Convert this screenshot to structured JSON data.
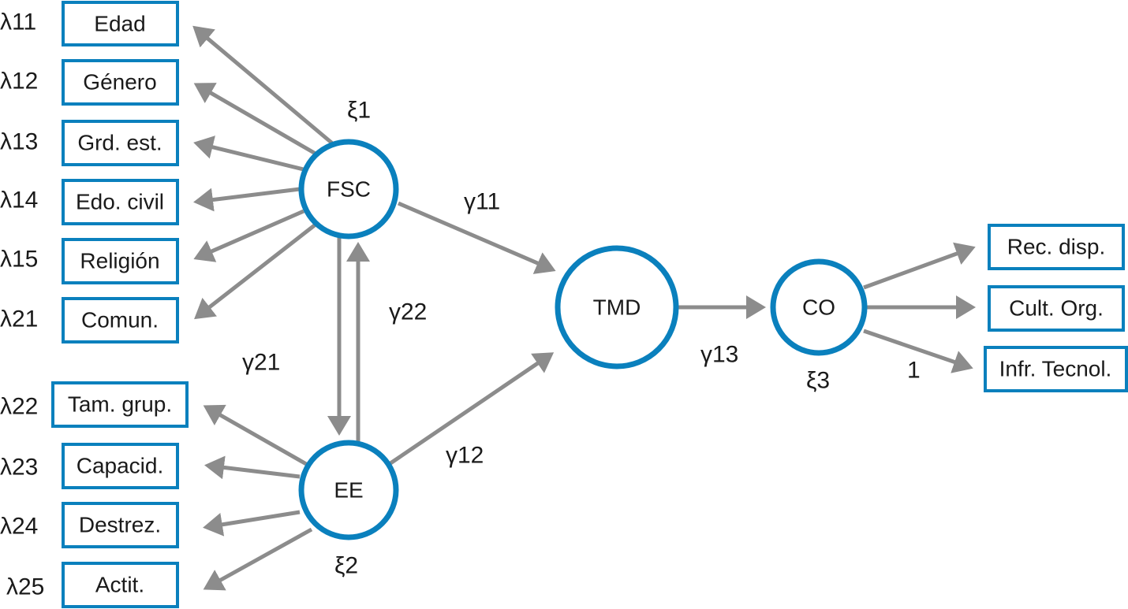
{
  "colors": {
    "node_stroke": "#0a80bd",
    "arrow": "#8c8c8c"
  },
  "latent": {
    "fsc": "FSC",
    "ee": "EE",
    "tmd": "TMD",
    "co": "CO"
  },
  "fsc_indicators": [
    {
      "label": "Edad",
      "loading": "λ11"
    },
    {
      "label": "Género",
      "loading": "λ12"
    },
    {
      "label": "Grd. est.",
      "loading": "λ13"
    },
    {
      "label": "Edo. civil",
      "loading": "λ14"
    },
    {
      "label": "Religión",
      "loading": "λ15"
    },
    {
      "label": "Comun.",
      "loading": "λ21"
    }
  ],
  "ee_indicators": [
    {
      "label": "Tam. grup.",
      "loading": "λ22"
    },
    {
      "label": "Capacid.",
      "loading": "λ23"
    },
    {
      "label": "Destrez.",
      "loading": "λ24"
    },
    {
      "label": "Actit.",
      "loading": "λ25"
    }
  ],
  "co_indicators": [
    {
      "label": "Rec. disp."
    },
    {
      "label": "Cult. Org."
    },
    {
      "label": "Infr. Tecnol."
    }
  ],
  "paths": {
    "xi1": "ξ1",
    "xi2": "ξ2",
    "xi3": "ξ3",
    "g11": "γ11",
    "g12": "γ12",
    "g13": "γ13",
    "g21": "γ21",
    "g22": "γ22",
    "one": "1"
  }
}
